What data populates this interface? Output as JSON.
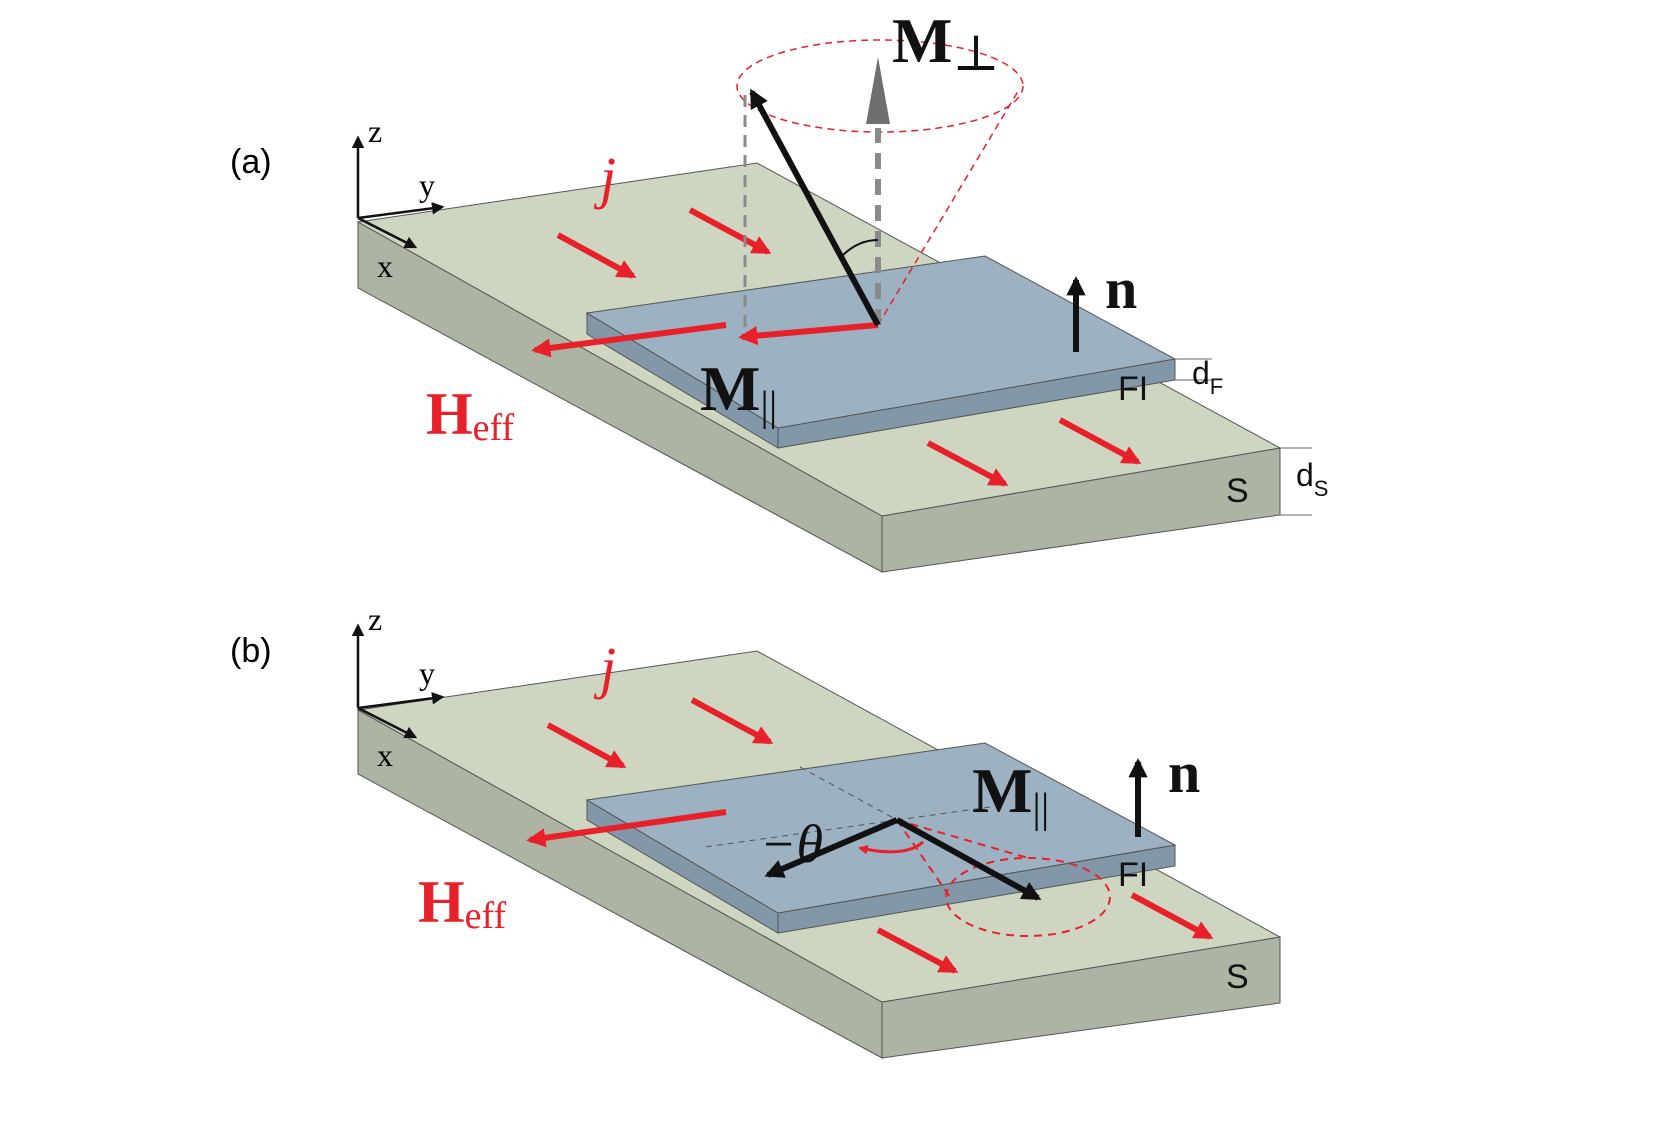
{
  "colors": {
    "substrate_top": "#ced6c2",
    "substrate_side": "#aeb4a3",
    "film_top": "#9cb1c2",
    "film_side": "#8298a8",
    "arrow_red": "#e8202a",
    "arrow_black": "#111111",
    "projection_gray": "#8a8a8a"
  },
  "panel_a": {
    "label": "(a)",
    "axes": {
      "z": "z",
      "y": "y",
      "x": "x"
    },
    "current_label": "j",
    "field_label": "H",
    "field_subscript": "eff",
    "normal_label": "n",
    "m_perp_label": "M",
    "m_perp_subscript": "⊥",
    "m_par_label": "M",
    "m_par_subscript": "||",
    "film_label": "FI",
    "substrate_label": "S",
    "film_thickness_label": "d",
    "film_thickness_subscript": "F",
    "substrate_thickness_label": "d",
    "substrate_thickness_subscript": "S"
  },
  "panel_b": {
    "label": "(b)",
    "axes": {
      "z": "z",
      "y": "y",
      "x": "x"
    },
    "current_label": "j",
    "field_label": "H",
    "field_subscript": "eff",
    "normal_label": "n",
    "m_par_label": "M",
    "m_par_subscript": "||",
    "angle_label": "−θ",
    "film_label": "FI",
    "substrate_label": "S"
  },
  "icons": [
    "coordinate-axes-icon",
    "current-arrow-icon",
    "field-arrow-icon",
    "normal-arrow-icon",
    "magnetization-arrow-icon",
    "precession-cone-icon"
  ]
}
